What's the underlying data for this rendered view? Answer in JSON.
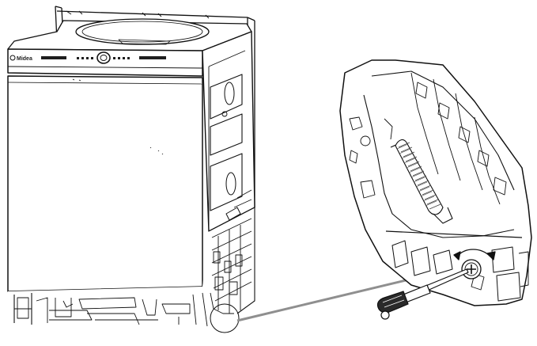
{
  "figure": {
    "brand_logo_text": "Midea",
    "colors": {
      "line": "#111111",
      "panel": "#1e1e1e",
      "leader": "#8f8f8f",
      "handle": "#2a2a2a",
      "spring": "#444444",
      "background": "#ffffff"
    },
    "icons": {
      "dishwasher": "dishwasher-illustration",
      "detail": "hinge-spring-detail",
      "tool": "screwdriver-icon",
      "motion": "rotate-arrows-icon"
    }
  }
}
